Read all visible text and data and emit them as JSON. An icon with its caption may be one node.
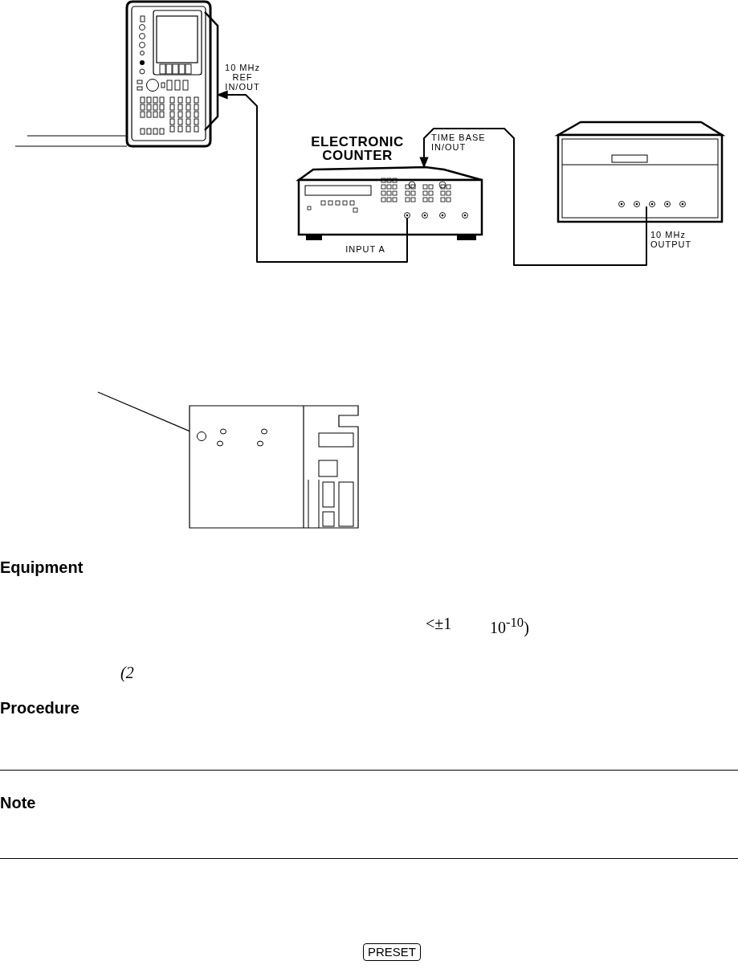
{
  "diagram": {
    "nodes": [
      {
        "text": [],
        "shape": "picture",
        "beside": [
          "10 MHz REF IN/OUT"
        ]
      },
      {
        "text": [
          "ELECTRONIC COUNTER"
        ],
        "beside": [
          "INPUT A",
          "TIME BASE IN/OUT"
        ]
      },
      {
        "text": [],
        "shape": "picture",
        "beside": [
          "10 MHz OUTPUT"
        ]
      },
      {
        "text": [],
        "shape": "picture"
      },
      {
        "text": [],
        "shape": "circle",
        "in": 3
      }
    ],
    "edges": [
      {
        "from": 1,
        "to": 0,
        "arrow": "to"
      },
      {
        "from": 2,
        "to": 1,
        "arrow": "to"
      },
      {
        "from": null,
        "to": 4,
        "arrow": "none"
      }
    ],
    "labels": [
      "Equipment",
      "<±1",
      "10$^{-10}$)",
      "(2",
      "Procedure",
      "Note",
      "PRESET"
    ]
  }
}
